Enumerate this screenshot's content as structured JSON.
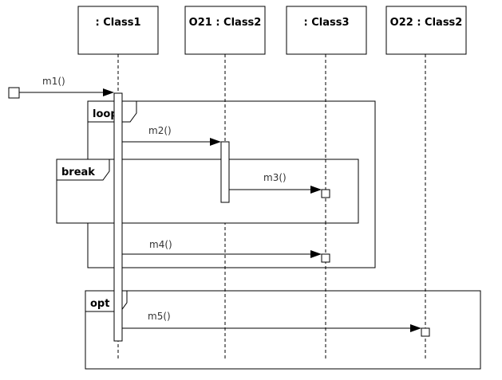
{
  "diagram": {
    "type": "uml-sequence",
    "lifelines": [
      {
        "id": "class1",
        "label": ": Class1"
      },
      {
        "id": "o21",
        "label": "O21 : Class2"
      },
      {
        "id": "class3",
        "label": ": Class3"
      },
      {
        "id": "o22",
        "label": "O22 : Class2"
      }
    ],
    "messages": [
      {
        "id": "m1",
        "label": "m1()",
        "from": "found",
        "to": "class1"
      },
      {
        "id": "m2",
        "label": "m2()",
        "from": "class1",
        "to": "o21"
      },
      {
        "id": "m3",
        "label": "m3()",
        "from": "o21",
        "to": "class3"
      },
      {
        "id": "m4",
        "label": "m4()",
        "from": "class1",
        "to": "class3"
      },
      {
        "id": "m5",
        "label": "m5()",
        "from": "class1",
        "to": "o22"
      }
    ],
    "fragments": [
      {
        "id": "loop",
        "operator": "loop"
      },
      {
        "id": "break",
        "operator": "break"
      },
      {
        "id": "opt",
        "operator": "opt"
      }
    ]
  }
}
